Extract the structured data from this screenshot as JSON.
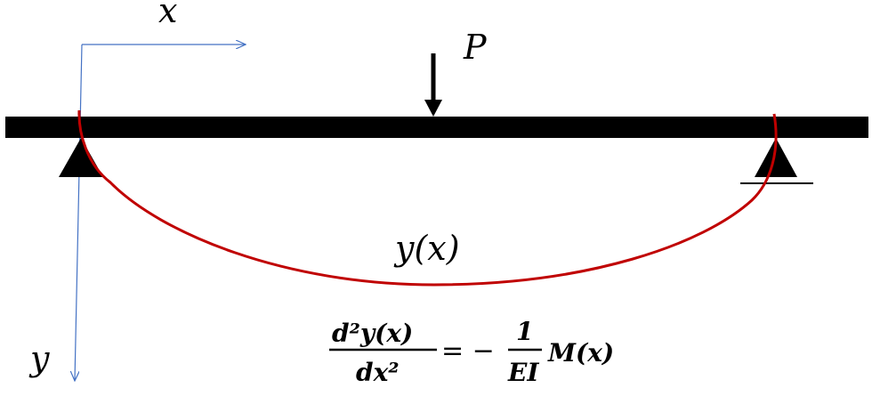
{
  "labels": {
    "x_axis": "x",
    "y_axis": "y",
    "load": "P",
    "deflection_curve": "y(x)"
  },
  "equation": {
    "numerator": "d²y(x)",
    "denominator": "dx²",
    "equals_minus": "= −",
    "coef_numerator": "1",
    "coef_denominator": "EI",
    "rhs": "M(x)"
  },
  "colors": {
    "beam": "#000000",
    "deflection": "#c00000",
    "axes": "#4472c4"
  },
  "icons": {
    "left_support": "pin-support-triangle-icon",
    "right_support": "roller-support-triangle-icon",
    "load": "down-arrow-icon"
  }
}
